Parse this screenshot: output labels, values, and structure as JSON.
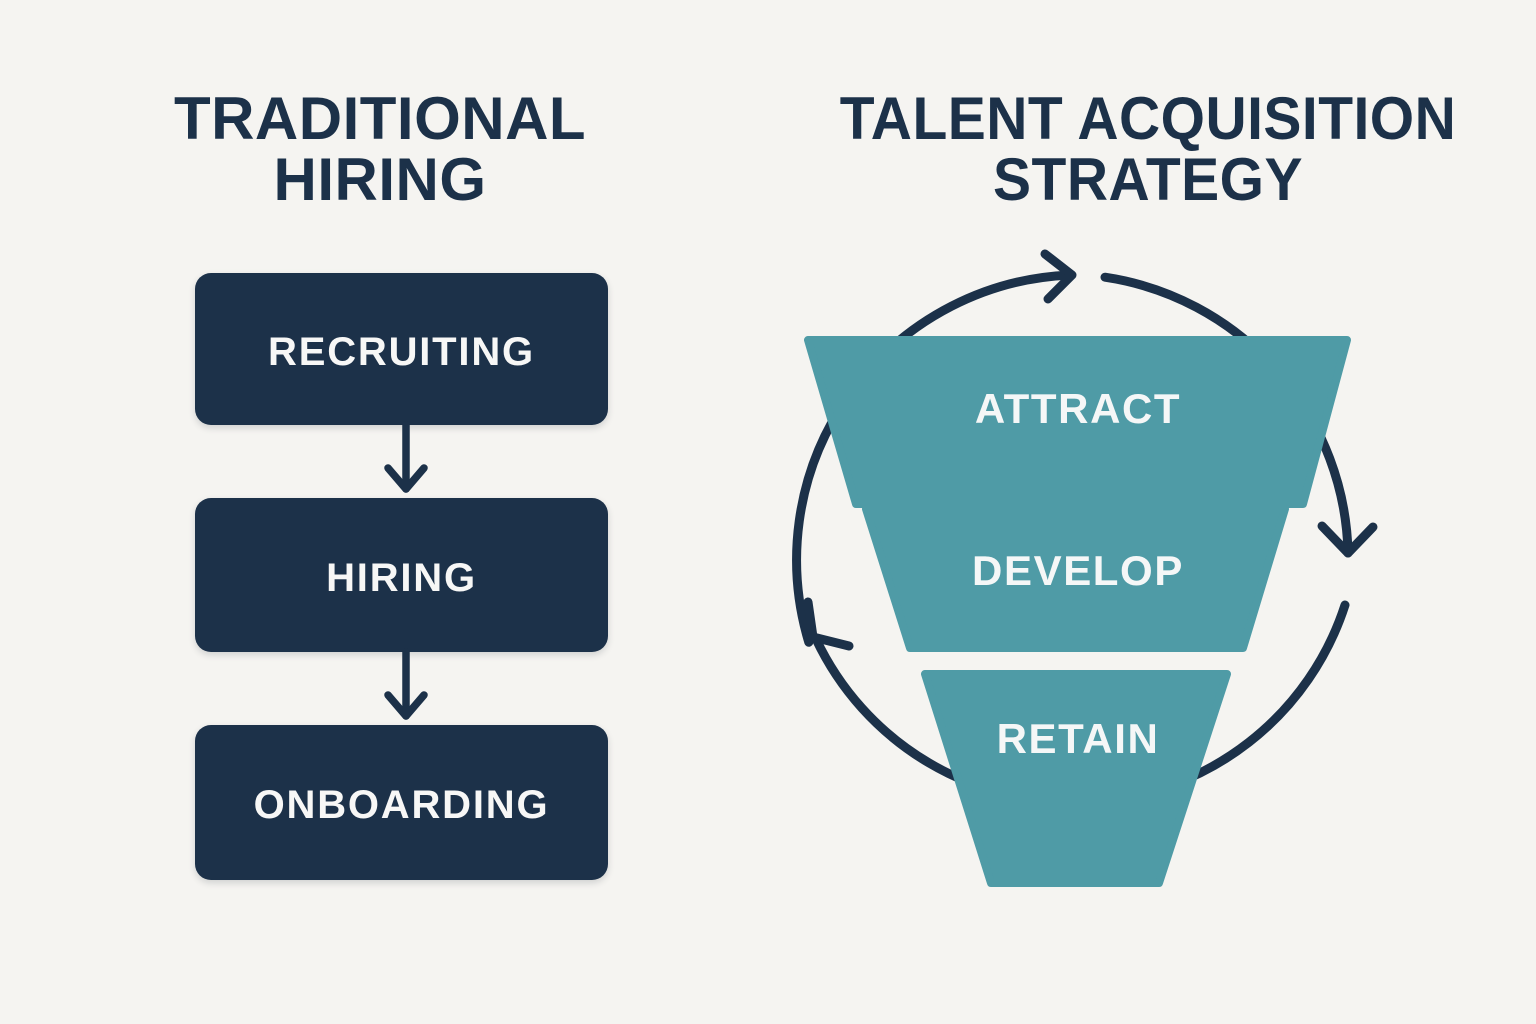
{
  "background_color": "#f5f4f1",
  "navy": "#1c3149",
  "teal": "#4f9ba6",
  "label_light": "#f5f7f7",
  "left_panel": {
    "title_line1": "TRADITIONAL",
    "title_line2": "HIRING",
    "steps": [
      {
        "label": "RECRUITING"
      },
      {
        "label": "HIRING"
      },
      {
        "label": "ONBOARDING"
      }
    ],
    "connector_icon_1": "down-arrow-icon",
    "connector_icon_2": "down-arrow-icon"
  },
  "right_panel": {
    "title_line1": "TALENT ACQUISITION",
    "title_line2": "STRATEGY",
    "funnel_stages": [
      {
        "label": "ATTRACT"
      },
      {
        "label": "DEVELOP"
      },
      {
        "label": "RETAIN"
      }
    ],
    "cycle_arrows": [
      {
        "icon": "clockwise-arrow-top-icon"
      },
      {
        "icon": "clockwise-arrow-right-icon"
      },
      {
        "icon": "clockwise-arrow-left-icon"
      }
    ]
  }
}
